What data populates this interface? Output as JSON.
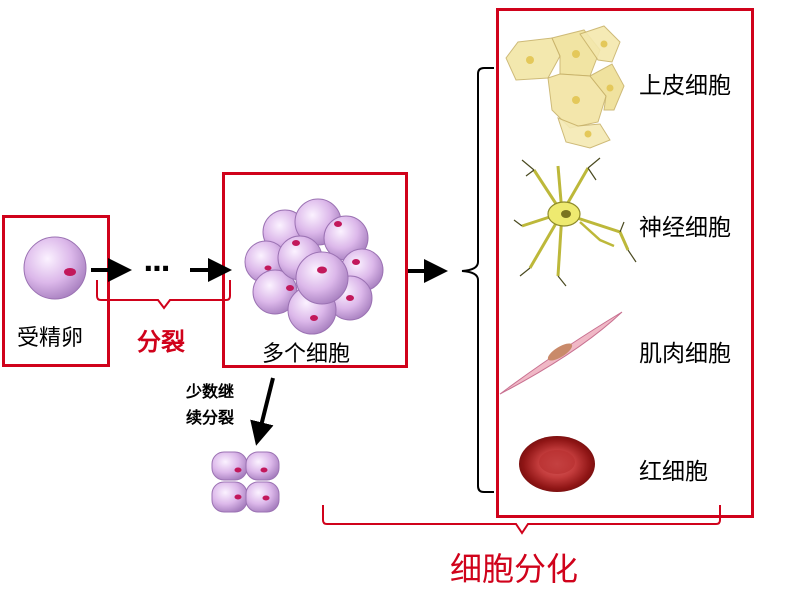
{
  "labels": {
    "zygote": "受精卵",
    "division": "分裂",
    "ellipsis": "···",
    "many_cells": "多个细胞",
    "few_continue_line1": "少数继",
    "few_continue_line2": "续分裂",
    "differentiation": "细胞分化"
  },
  "cell_types": [
    {
      "label": "上皮细胞",
      "icon": "epithelial-cell-icon"
    },
    {
      "label": "神经细胞",
      "icon": "nerve-cell-icon"
    },
    {
      "label": "肌肉细胞",
      "icon": "muscle-cell-icon"
    },
    {
      "label": "红细胞",
      "icon": "red-blood-cell-icon"
    }
  ],
  "colors": {
    "frame_red": "#d0021b",
    "cell_purple": "#d9b3e6",
    "nucleus": "#c2185b",
    "epithelial": "#f2e6a6",
    "nerve": "#eeea70",
    "muscle": "#f0b8c6",
    "rbc": "#9e1a1a"
  }
}
